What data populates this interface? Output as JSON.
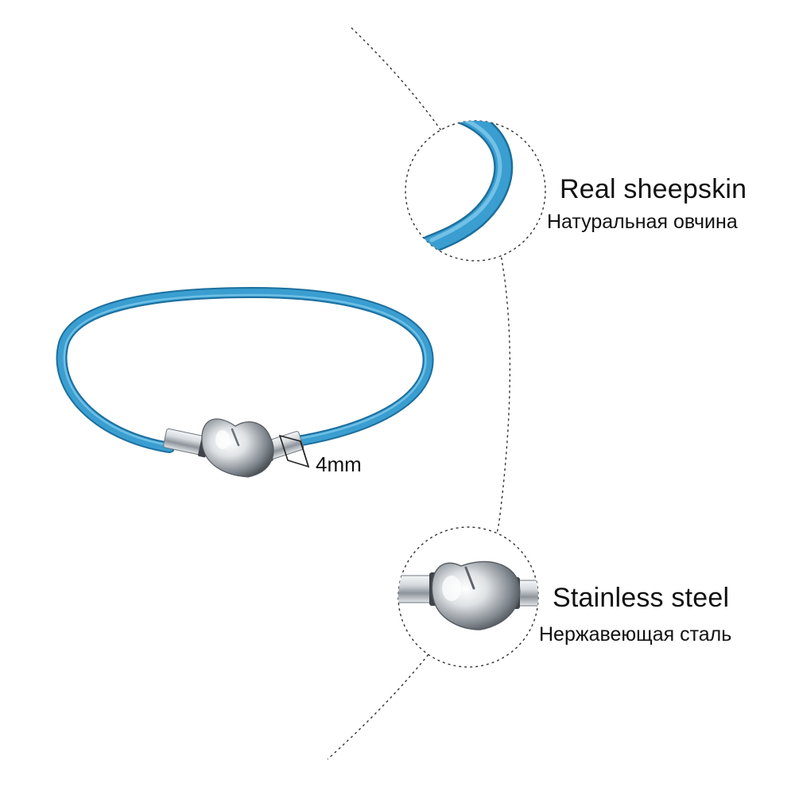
{
  "features": [
    {
      "title": "Real sheepskin",
      "subtitle": "Натуральная овчина"
    },
    {
      "title": "Stainless steel",
      "subtitle": "Нержавеющая сталь"
    }
  ],
  "dimension": {
    "label": "4mm"
  },
  "colors": {
    "leather": "#3a9ed0",
    "leather_light": "#7cc7ea",
    "leather_dark": "#1d6f9e",
    "steel_light": "#f2f4f6",
    "steel_mid": "#a7adb3",
    "steel_dark": "#4a4f55",
    "dashed_line": "#333333"
  }
}
